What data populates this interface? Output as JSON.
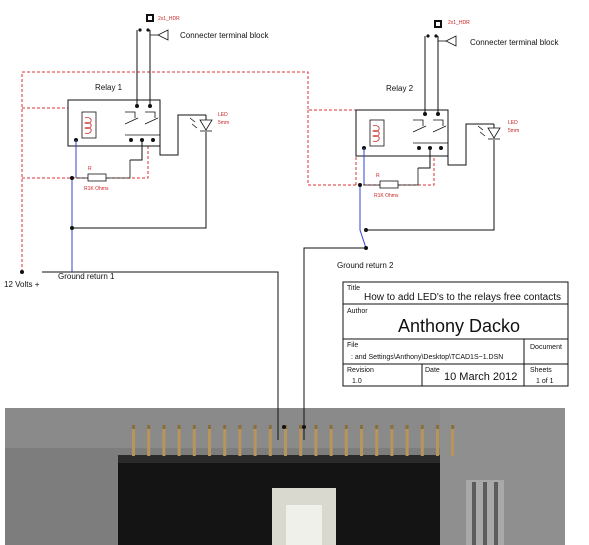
{
  "colors": {
    "dashed": "#dd3333",
    "wire": "#111111",
    "blue_wire": "#3344cc",
    "part_red": "#cc2222",
    "photo_bg": "#808080",
    "connector_body": "#141414",
    "pin": "#b8955a"
  },
  "relay1": {
    "title": "Relay 1",
    "header_ref": "2x1_HDR",
    "led_label": "LED",
    "led_size": "5mm",
    "resistor_ref": "R",
    "resistor_value": "R1K Ohms",
    "ground_label": "Ground return 1"
  },
  "relay2": {
    "title": "Relay 2",
    "header_ref": "2x1_HDR",
    "led_label": "LED",
    "led_size": "5mm",
    "resistor_ref": "R",
    "resistor_value": "R1K Ohms",
    "ground_label": "Ground return 2"
  },
  "labels": {
    "connector1": "Connecter terminal block",
    "connector2": "Connecter terminal block",
    "supply": "12 Volts +"
  },
  "title_block": {
    "title_label": "Title",
    "title": "How to add LED's to the relays free contacts",
    "author_label": "Author",
    "author": "Anthony Dacko",
    "file_label": "File",
    "file": ": and Settings\\Anthony\\Desktop\\TCAD1S~1.DSN",
    "document_label": "Document",
    "revision_label": "Revision",
    "revision": "1.0",
    "date_label": "Date",
    "date": "10 March 2012",
    "sheets_label": "Sheets",
    "sheets": "1 of 1"
  }
}
